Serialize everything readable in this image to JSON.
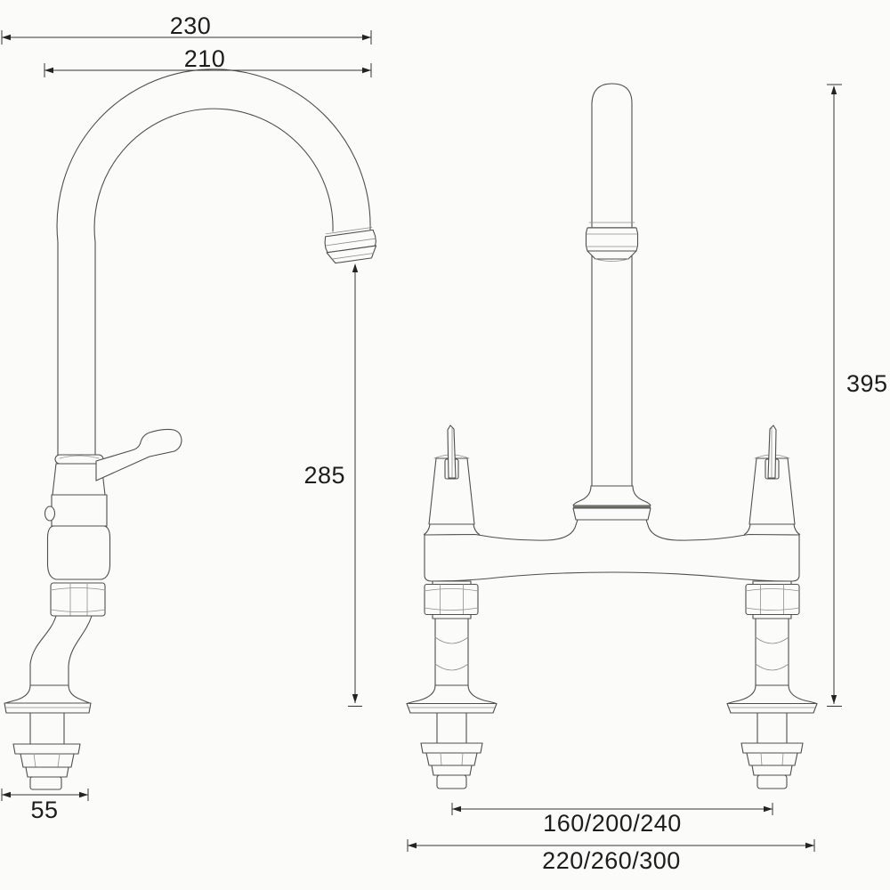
{
  "canvas": {
    "background": "#fbfbf9",
    "line_color": "#4f4f4c",
    "detail_line_color": "#8f8f8b",
    "dimension_text_color": "#1d1d1b"
  },
  "drawing": {
    "kind": "technical dimension line drawing",
    "subject": "bridge kitchen sink mixer tap",
    "views": [
      {
        "id": "side",
        "name": "side elevation (spout profile)"
      },
      {
        "id": "front",
        "name": "front elevation (bridge and pillars)"
      }
    ]
  },
  "dimensions": {
    "spout_overall_width": {
      "label": "230"
    },
    "spout_reach": {
      "label": "210"
    },
    "spout_height": {
      "label": "285"
    },
    "base_width": {
      "label": "55"
    },
    "overall_height": {
      "label": "395"
    },
    "tap_centres": {
      "label": "160/200/240"
    },
    "overall_width": {
      "label": "220/260/300"
    }
  }
}
